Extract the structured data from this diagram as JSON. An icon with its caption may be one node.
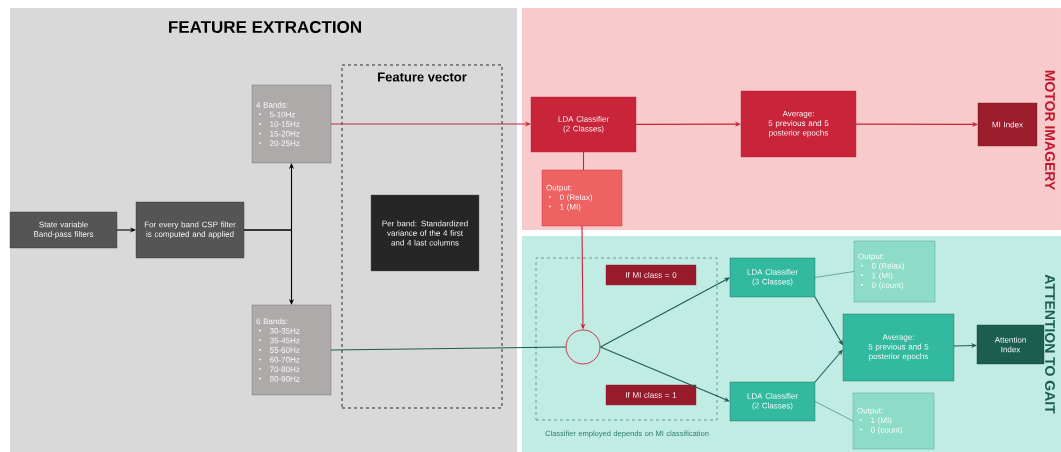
{
  "diagram": {
    "nodes": [
      {
        "text": [
          "FEATURE EXTRACTION"
        ]
      },
      {
        "text": [
          "State variable Band-pass filters"
        ],
        "in": 0
      },
      {
        "text": [
          "For every band CSP filter is computed and applied"
        ],
        "in": 0
      },
      {
        "text": [
          "4 Bands:",
          "5-10Hz",
          "10-15Hz",
          "15-20Hz",
          "20-25Hz"
        ],
        "in": 0
      },
      {
        "text": [
          "Feature vector"
        ],
        "in": 0
      },
      {
        "text": [
          "Per band: Standardized variance of the 4 first and 4 last columns"
        ],
        "in": 4
      },
      {
        "text": [
          "6 Bands:",
          "30-35Hz",
          "35-45Hz",
          "55-60Hz",
          "60-70Hz",
          "70-80Hz",
          "80-90Hz"
        ],
        "in": 0
      },
      {
        "text": [
          "MOTOR IMAGERY"
        ]
      },
      {
        "text": [
          "LDA Classifier (2 Classes)"
        ],
        "in": 7
      },
      {
        "text": [
          "Output:",
          "0 (Relax)",
          "1 (MI)"
        ],
        "in": 7
      },
      {
        "text": [
          "Average:",
          "5 previous and 5 posterior epochs"
        ],
        "in": 7
      },
      {
        "text": [
          "MI Index"
        ],
        "in": 7
      },
      {
        "text": [
          "ATTENTION TO GAIT"
        ]
      },
      {
        "text": [
          "Classifier employed depends on MI classification"
        ],
        "in": 12
      },
      {
        "text": [
          "If MI class = 0"
        ],
        "in": 13
      },
      {
        "text": [],
        "shape": "circle",
        "in": 13
      },
      {
        "text": [
          "If MI class = 1"
        ],
        "in": 13
      },
      {
        "text": [
          "LDA Classifier (3 Classes)"
        ],
        "in": 12
      },
      {
        "text": [
          "Output:",
          "0 (Relax)",
          "1 (MI)",
          "0 (count)"
        ],
        "in": 12
      },
      {
        "text": [
          "Average:",
          "5 previous and 5 posterior epochs"
        ],
        "in": 12
      },
      {
        "text": [
          "LDA Classifier (2 Classes)"
        ],
        "in": 12
      },
      {
        "text": [
          "Output:",
          "1 (MI)",
          "0 (count)"
        ],
        "in": 12
      },
      {
        "text": [
          "Attention Index"
        ],
        "in": 12
      }
    ],
    "edges": [
      {
        "from": 1,
        "to": 2,
        "arrow": "to",
        "color": "#000000"
      },
      {
        "from": 2,
        "to": 3,
        "arrow": "to",
        "color": "#000000"
      },
      {
        "from": 2,
        "to": 6,
        "arrow": "to",
        "color": "#000000"
      },
      {
        "from": 3,
        "to": 8,
        "arrow": "to",
        "color": "#c8243a"
      },
      {
        "from": 8,
        "to": 10,
        "arrow": "to",
        "color": "#c8243a"
      },
      {
        "from": 10,
        "to": 11,
        "arrow": "to",
        "color": "#c8243a"
      },
      {
        "from": 8,
        "to": 9,
        "arrow": "none",
        "color": "#c8243a"
      },
      {
        "from": 9,
        "to": 15,
        "arrow": "to",
        "color": "#c8243a"
      },
      {
        "from": 6,
        "to": 15,
        "arrow": "none"
      },
      {
        "from": 15,
        "to": 17,
        "arrow": "to"
      },
      {
        "from": 15,
        "to": 20,
        "arrow": "to"
      },
      {
        "from": 17,
        "to": 19,
        "arrow": "to"
      },
      {
        "from": 20,
        "to": 19,
        "arrow": "to"
      },
      {
        "from": 17,
        "to": 18,
        "arrow": "none"
      },
      {
        "from": 20,
        "to": 21,
        "arrow": "none"
      },
      {
        "from": 19,
        "to": 22,
        "arrow": "to"
      }
    ]
  }
}
